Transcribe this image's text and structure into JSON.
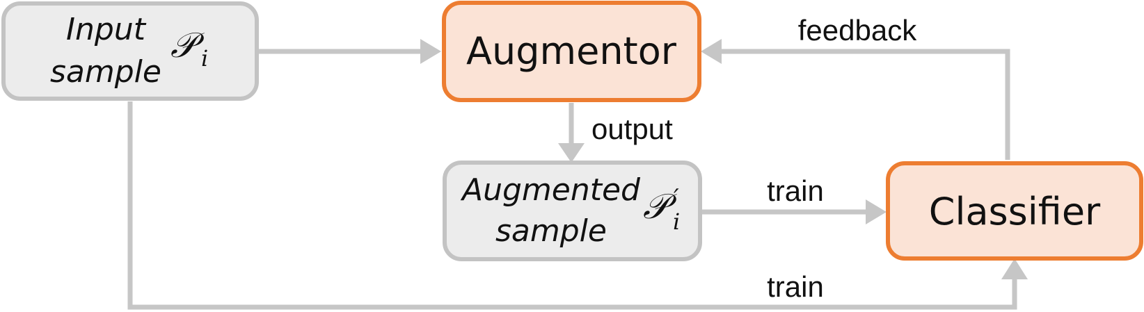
{
  "colors": {
    "gray_fill": "#ececec",
    "gray_stroke": "#c3c3c3",
    "orange_fill": "#fbe3d6",
    "orange_stroke": "#ed7d31",
    "arrow": "#c6c6c6",
    "text": "#111111"
  },
  "nodes": {
    "input_sample": {
      "line1": "Input",
      "line2": "sample",
      "math": "𝒫",
      "math_sub": "i"
    },
    "augmentor": {
      "label": "Augmentor"
    },
    "augmented_sample": {
      "line1": "Augmented",
      "line2": "sample",
      "math": "𝒫",
      "math_sub": "i",
      "math_prime": "′"
    },
    "classifier": {
      "label": "Classifier"
    }
  },
  "edges": {
    "feedback": "feedback",
    "output": "output",
    "train_top": "train",
    "train_bottom": "train"
  }
}
